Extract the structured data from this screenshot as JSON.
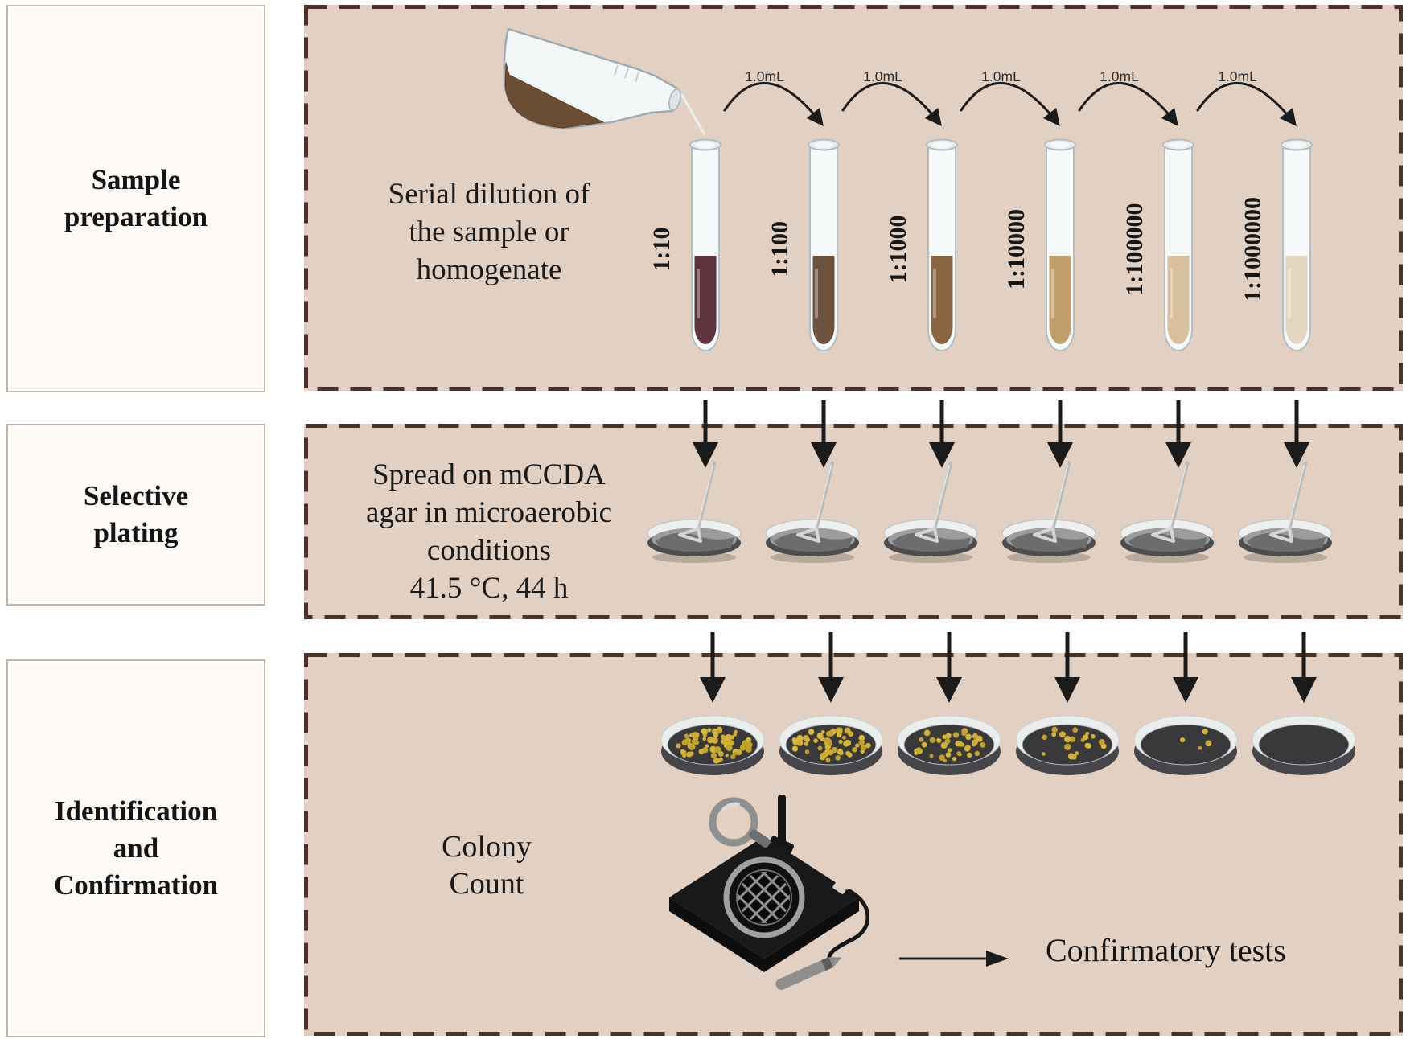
{
  "palette": {
    "panel_background": "#e2d1c3",
    "panel_dash_border": "#4a3227",
    "stage_box_background": "#fcf9f6",
    "stage_box_border": "#c8b3a5",
    "arrow_black": "#1b1b1b",
    "text_color": "#161616",
    "colony_yellow": "#d5b737",
    "flask_liquid_brown": "#6b4d33",
    "dish_agar_gray": "#9c9c9c",
    "plate_agar_dark": "#39393c",
    "glass_stroke": "#b3bec3"
  },
  "left_column": {
    "boxes": [
      {
        "label_lines": [
          "Sample",
          "preparation"
        ]
      },
      {
        "label_lines": [
          "Selective",
          "plating"
        ]
      },
      {
        "label_lines": [
          "Identification",
          "and",
          "Confirmation"
        ]
      }
    ]
  },
  "panel1": {
    "caption_lines": [
      "Serial dilution of",
      "the sample or",
      "homogenate"
    ],
    "transfer_volume_label": "1.0mL",
    "tubes": [
      {
        "dilution": "1:10",
        "liquid_color": "#5d343e"
      },
      {
        "dilution": "1:100",
        "liquid_color": "#6d533f"
      },
      {
        "dilution": "1:1000",
        "liquid_color": "#8a6544"
      },
      {
        "dilution": "1:10000",
        "liquid_color": "#c2a06e"
      },
      {
        "dilution": "1:100000",
        "liquid_color": "#d8c09c"
      },
      {
        "dilution": "1:1000000",
        "liquid_color": "#e5d6c1"
      }
    ]
  },
  "panel2": {
    "caption_lines": [
      "Spread on mCCDA",
      "agar in microaerobic",
      "conditions",
      "41.5 °C, 44 h"
    ]
  },
  "panel3": {
    "colony_count_lines": [
      "Colony",
      "Count"
    ],
    "confirmatory_label": "Confirmatory tests",
    "plates": [
      {
        "colonies": 72
      },
      {
        "colonies": 58
      },
      {
        "colonies": 40
      },
      {
        "colonies": 20
      },
      {
        "colonies": 4
      },
      {
        "colonies": 0
      }
    ]
  }
}
